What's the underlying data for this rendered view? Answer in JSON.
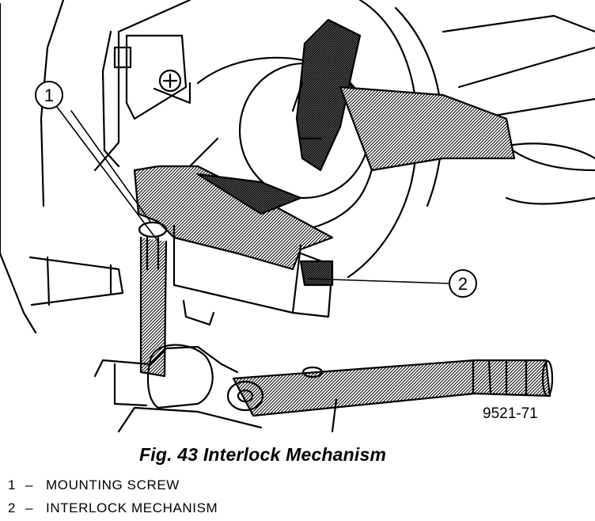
{
  "figure": {
    "callouts": [
      {
        "number": "1",
        "label": "MOUNTING SCREW"
      },
      {
        "number": "2",
        "label": "INTERLOCK MECHANISM"
      }
    ],
    "code": "9521-71"
  },
  "caption": "Fig. 43 Interlock Mechanism",
  "legend": [
    {
      "number": "1",
      "dash": "–",
      "text": "MOUNTING SCREW"
    },
    {
      "number": "2",
      "dash": "–",
      "text": "INTERLOCK MECHANISM"
    }
  ],
  "colors": {
    "ink": "#000000",
    "paper": "#ffffff"
  }
}
